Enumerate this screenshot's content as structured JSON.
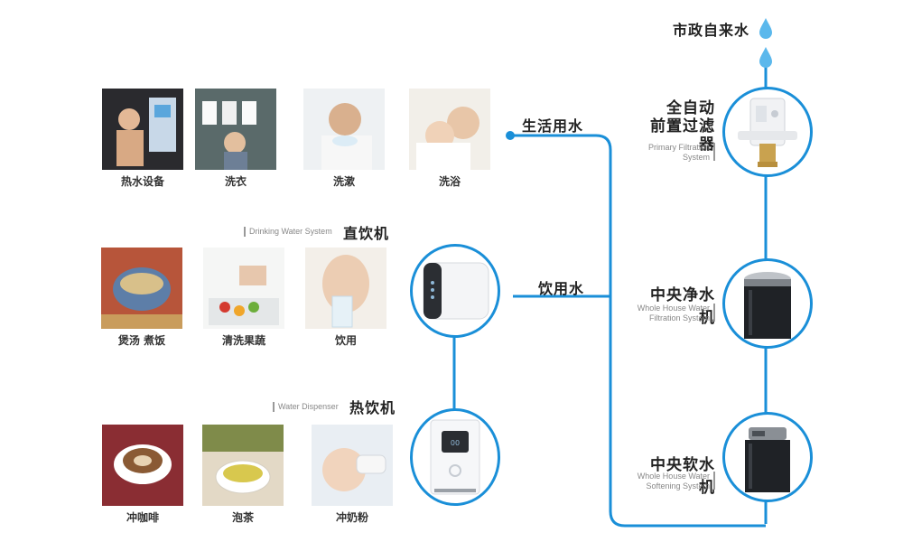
{
  "colors": {
    "pipe": "#1a8fd8",
    "water_drop": "#5bb8ec",
    "text": "#222222",
    "subtext": "#888888"
  },
  "source": {
    "label": "市政自来水"
  },
  "main_devices": [
    {
      "id": "prefilter",
      "name_line1": "全自动",
      "name_line2": "前置过滤器",
      "en_line1": "Primary Filtration",
      "en_line2": "System"
    },
    {
      "id": "purifier",
      "name_line1": "中央净水机",
      "name_line2": "",
      "en_line1": "Whole House Water",
      "en_line2": "Filtration System"
    },
    {
      "id": "softener",
      "name_line1": "中央软水机",
      "name_line2": "",
      "en_line1": "Whole House Water",
      "en_line2": "Softening System"
    }
  ],
  "branches": {
    "living": {
      "label": "生活用水"
    },
    "drinking": {
      "label": "饮用水"
    }
  },
  "appliances": {
    "drinking_machine": {
      "name": "直饮机",
      "en": "Drinking Water System"
    },
    "water_dispenser": {
      "name": "热饮机",
      "en": "Water Dispenser"
    }
  },
  "living_uses": [
    "洗浴",
    "洗漱",
    "洗衣",
    "热水设备"
  ],
  "drinking_uses": [
    "饮用",
    "清洗果蔬",
    "煲汤 煮饭"
  ],
  "hot_uses": [
    "冲奶粉",
    "泡茶",
    "冲咖啡"
  ]
}
